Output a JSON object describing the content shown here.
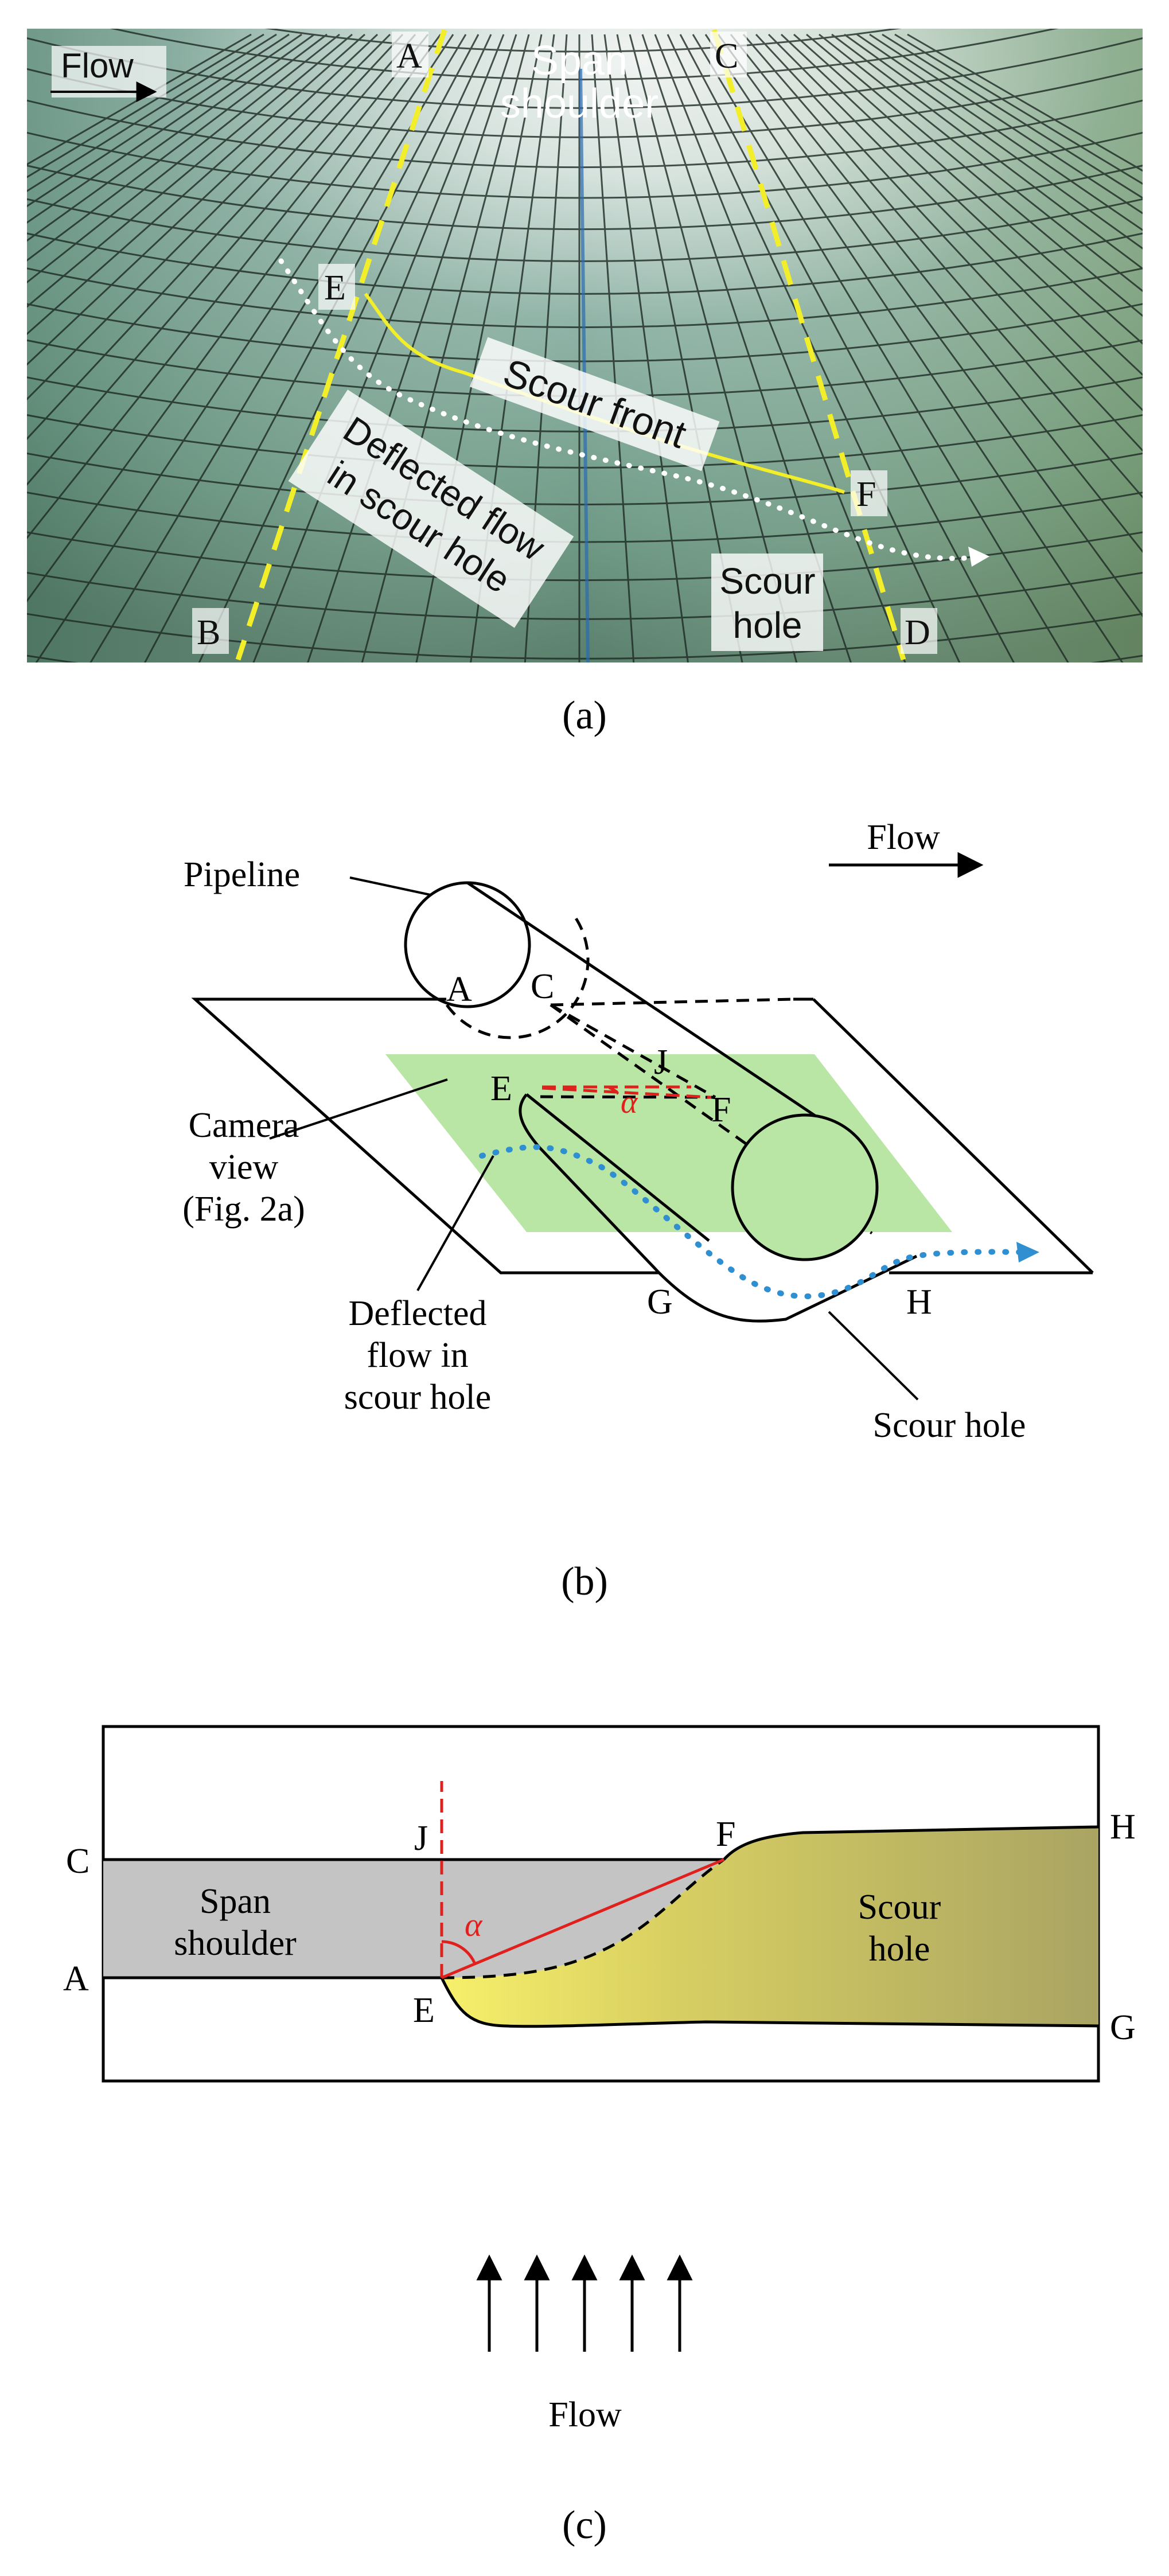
{
  "panel_a": {
    "caption": "(a)",
    "flow_label": "Flow",
    "span_shoulder": [
      "Span",
      "shoulder"
    ],
    "scour_front": "Scour front",
    "deflected_flow": [
      "Deflected flow",
      "in scour hole"
    ],
    "scour_hole": [
      "Scour",
      "hole"
    ],
    "points": {
      "A": "A",
      "B": "B",
      "C": "C",
      "D": "D",
      "E": "E",
      "F": "F"
    }
  },
  "panel_b": {
    "caption": "(b)",
    "flow_label": "Flow",
    "pipeline": "Pipeline",
    "camera_view": [
      "Camera",
      "view",
      "(Fig. 2a)"
    ],
    "deflected_flow": [
      "Deflected",
      "flow in",
      "scour hole"
    ],
    "scour_hole": "Scour hole",
    "alpha": "α",
    "points": {
      "A": "A",
      "C": "C",
      "E": "E",
      "F": "F",
      "G": "G",
      "H": "H",
      "J": "J"
    }
  },
  "panel_c": {
    "caption": "(c)",
    "flow_label": "Flow",
    "span_shoulder": [
      "Span",
      "shoulder"
    ],
    "scour_hole": [
      "Scour",
      "hole"
    ],
    "alpha": "α",
    "points": {
      "A": "A",
      "C": "C",
      "E": "E",
      "F": "F",
      "G": "G",
      "H": "H",
      "J": "J"
    }
  },
  "colors": {
    "yellow_line": "#f2ee2a",
    "red_line": "#e0201c",
    "blue_flow": "#2f8fd0",
    "camera_green": "#b9e6a4",
    "shoulder_gray": "#c4c4c4",
    "scour_yellow_light": "#f7f06a",
    "scour_yellow_dark": "#a9a463"
  }
}
